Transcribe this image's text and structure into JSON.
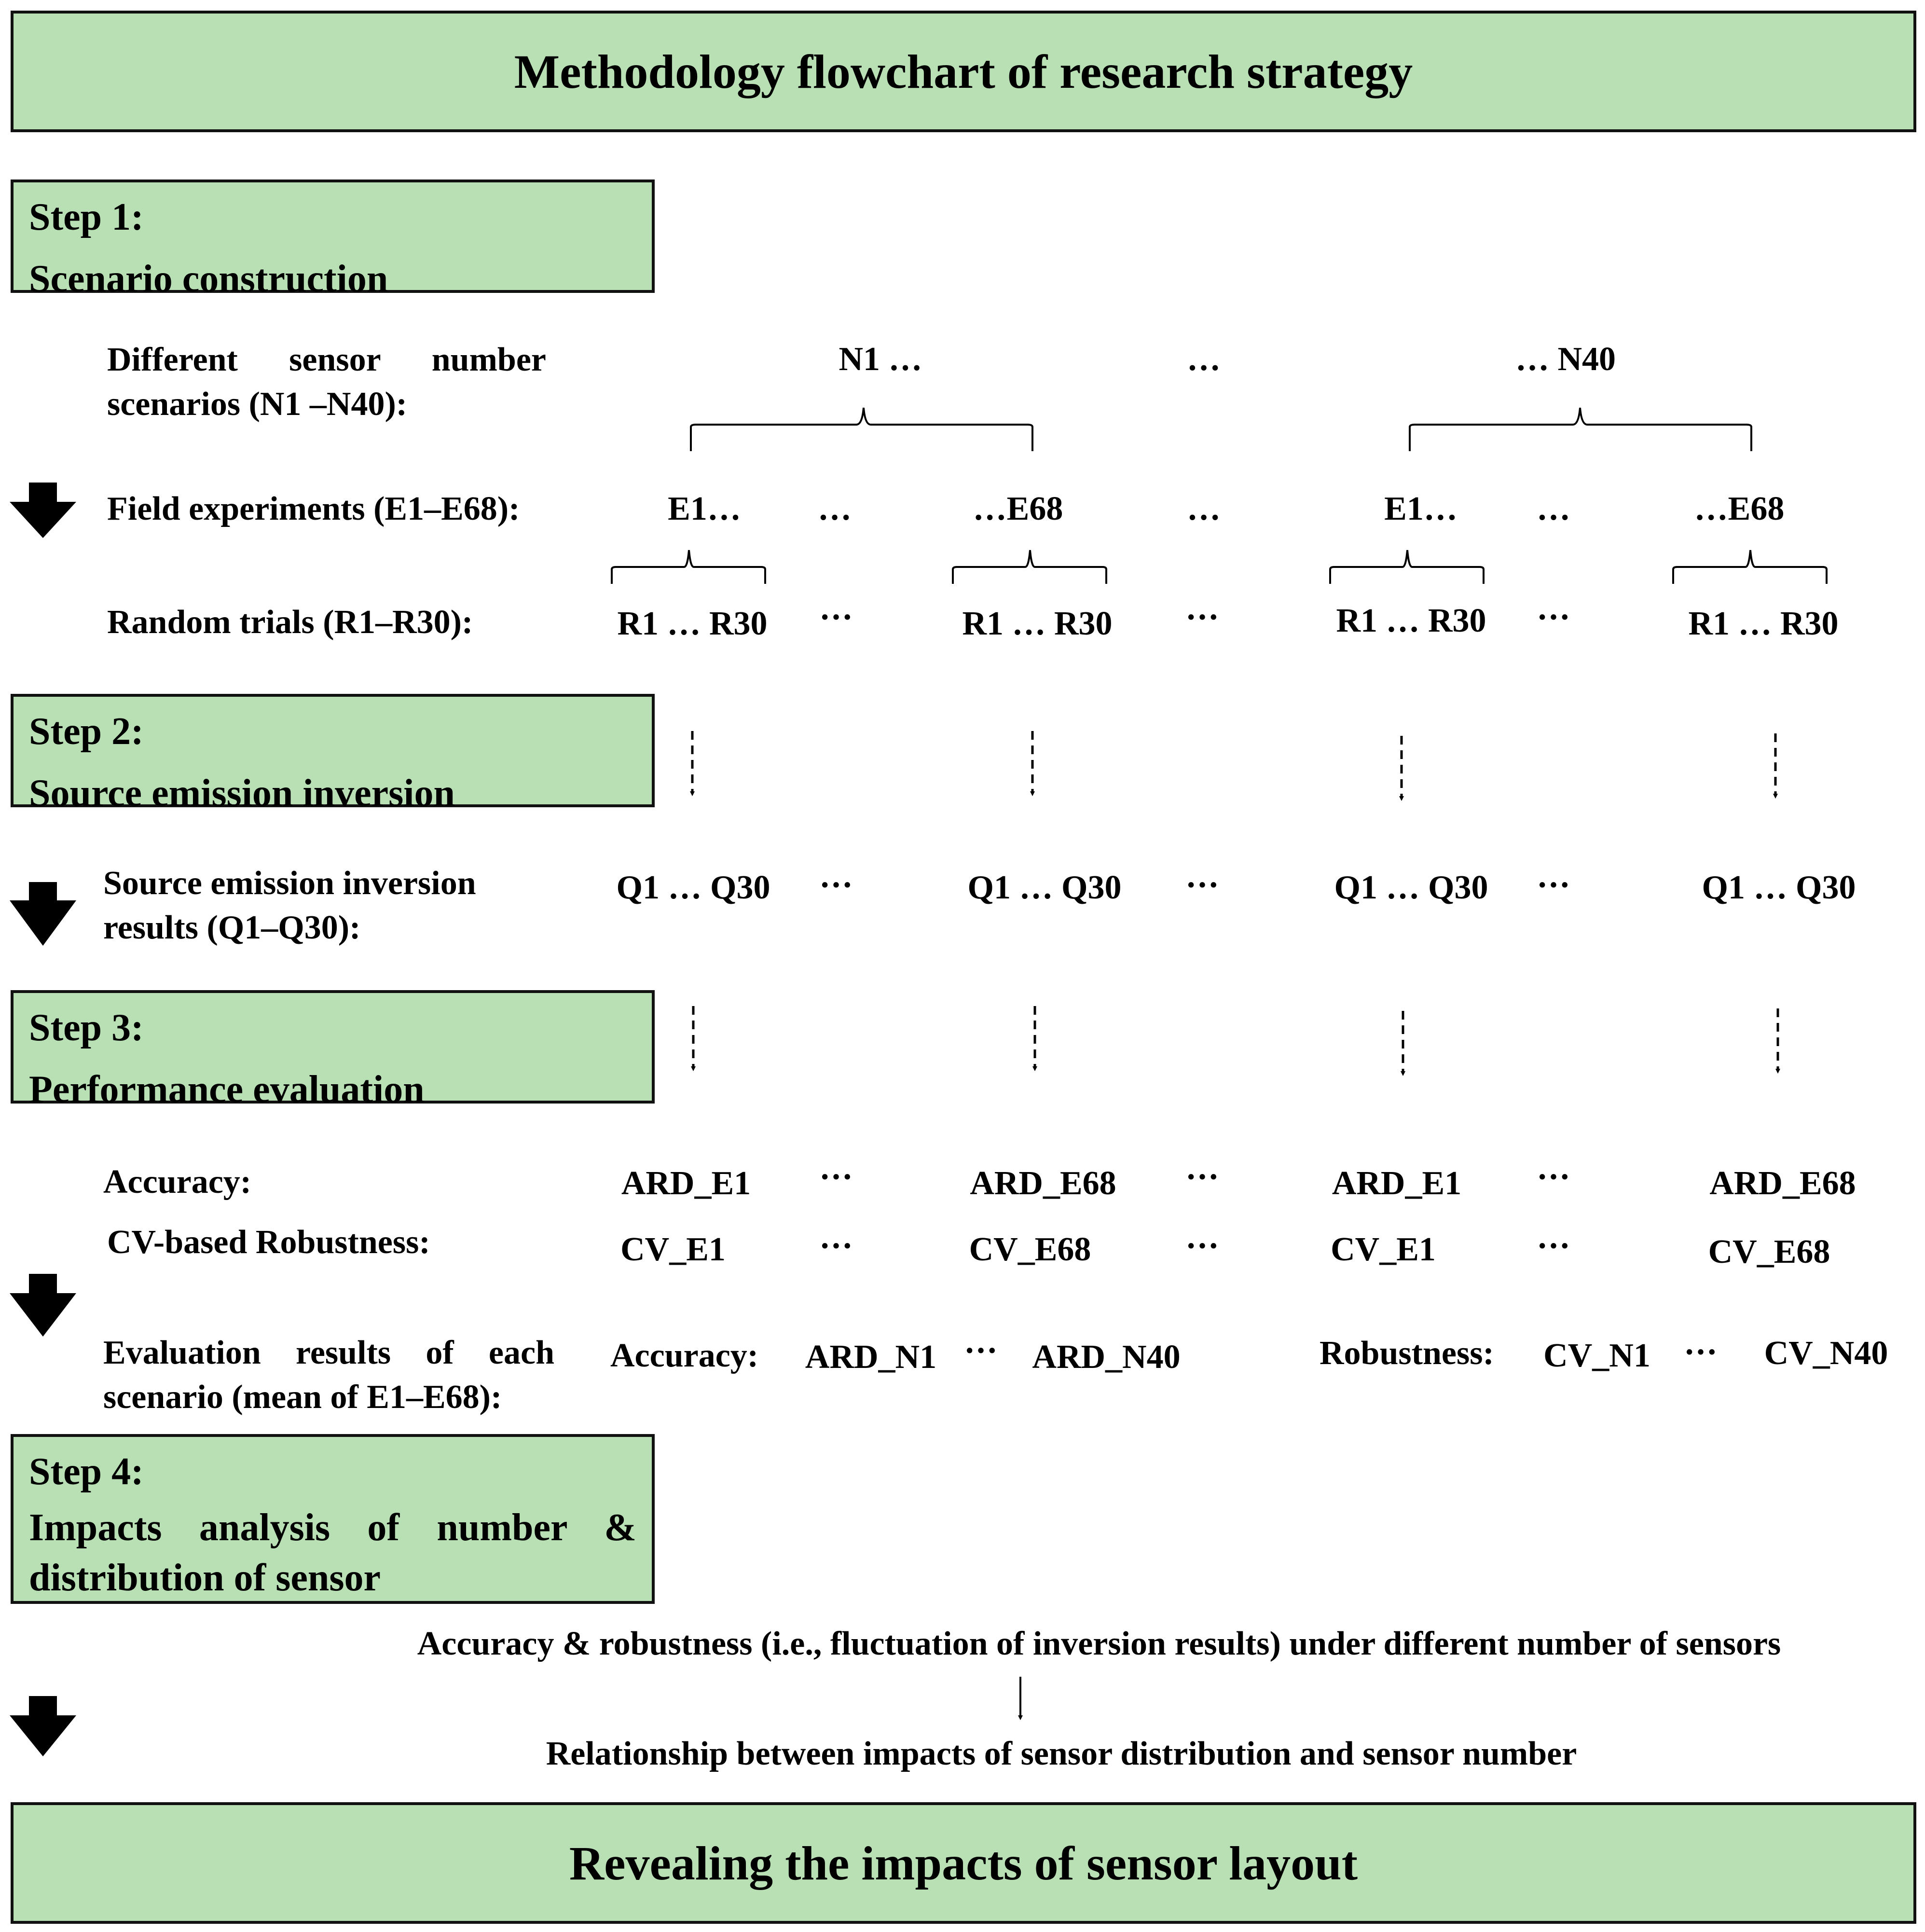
{
  "header": {
    "title": "Methodology flowchart of research strategy"
  },
  "steps": [
    {
      "label": "Step 1:",
      "name": "Scenario construction"
    },
    {
      "label": "Step 2:",
      "name": "Source emission inversion"
    },
    {
      "label": "Step 3:",
      "name": "Performance evaluation"
    },
    {
      "label": "Step 4:",
      "name_line1": "Impacts analysis of number &",
      "name_line2": "distribution of sensor"
    }
  ],
  "rows": {
    "scenarios": {
      "label_line1": "Different sensor number",
      "label_line2": "scenarios (N1 –N40):",
      "n_first": "N1 …",
      "n_mid": "…",
      "n_last": "… N40"
    },
    "experiments": {
      "label": "Field experiments (E1–E68):",
      "e_first": "E1…",
      "e_last": "…E68",
      "sep": "…"
    },
    "trials": {
      "label": "Random trials (R1–R30):",
      "r_group": "R1 …  R30",
      "sep": "···"
    },
    "inversion": {
      "label_line1": "Source emission inversion",
      "label_line2": "results (Q1–Q30):",
      "q_group": "Q1 …  Q30",
      "sep": "···"
    },
    "accuracy": {
      "label": "Accuracy:",
      "first": "ARD_E1",
      "last": "ARD_E68",
      "sep": "···"
    },
    "robustness": {
      "label": "CV-based Robustness:",
      "first": "CV_E1",
      "last": "CV_E68",
      "sep": "···"
    },
    "evaluation": {
      "label_line1": "Evaluation results of each",
      "label_line2": "scenario (mean of E1–E68):",
      "acc_label": "Accuracy:",
      "acc_first": "ARD_N1",
      "acc_last": "ARD_N40",
      "rob_label": "Robustness:",
      "rob_first": "CV_N1",
      "rob_last": "CV_N40",
      "sep": "···"
    }
  },
  "analysis": {
    "line1": "Accuracy & robustness (i.e., fluctuation of inversion results) under different number of sensors",
    "line2": "Relationship between impacts of sensor distribution and sensor number"
  },
  "footer": {
    "title": "Revealing the impacts of sensor layout"
  },
  "colors": {
    "box_fill": "#b9e0b5",
    "border": "#111111",
    "text": "#000000"
  }
}
